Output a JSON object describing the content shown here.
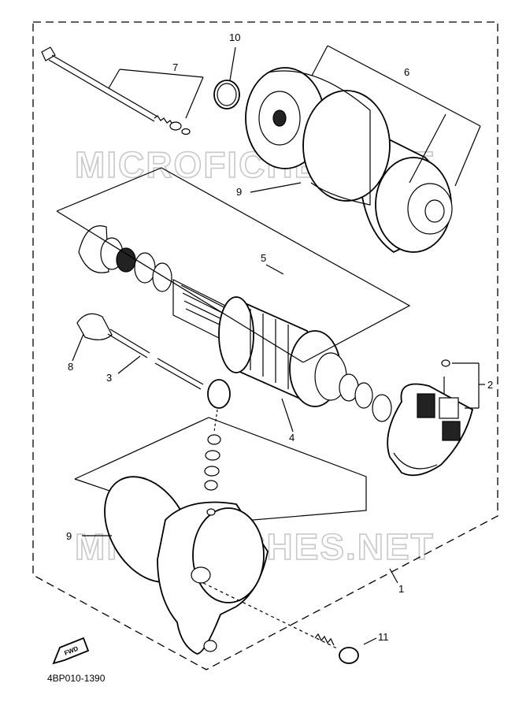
{
  "diagram": {
    "callouts": [
      "10",
      "7",
      "6",
      "9",
      "5",
      "8",
      "3",
      "2",
      "4",
      "9",
      "1",
      "11"
    ],
    "watermarks": [
      "MICROFICHES.NET",
      "MICROFICHES.NET"
    ],
    "fwd_label": "FWD",
    "diagram_code": "4BP010-1390"
  }
}
